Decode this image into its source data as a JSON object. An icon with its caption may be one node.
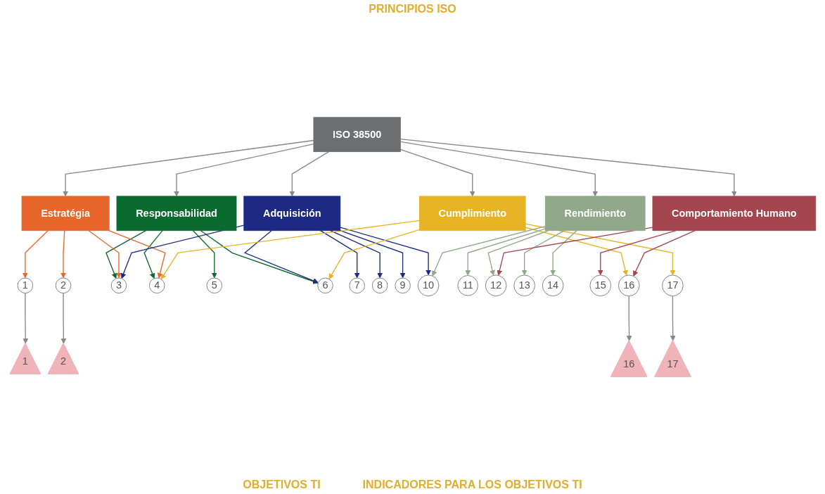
{
  "diagram": {
    "nodes": [
      {
        "text": [
          "ISO 38500"
        ]
      },
      {
        "text": [
          "Responsabilidad"
        ]
      },
      {
        "text": [
          "Estratégia"
        ]
      },
      {
        "text": [
          "Adquisición"
        ]
      },
      {
        "text": [
          "Cumplimiento"
        ]
      },
      {
        "text": [
          "Rendimiento"
        ]
      },
      {
        "text": [
          "Comportamiento Humano"
        ]
      },
      {
        "text": [
          "1"
        ]
      },
      {
        "text": [
          "2"
        ]
      },
      {
        "text": [
          "3"
        ]
      },
      {
        "text": [
          "4"
        ]
      },
      {
        "text": [
          "5"
        ]
      },
      {
        "text": [
          "6"
        ]
      },
      {
        "text": [
          "7"
        ]
      },
      {
        "text": [
          "8"
        ]
      },
      {
        "text": [
          "9"
        ]
      },
      {
        "text": [
          "10"
        ]
      },
      {
        "text": [
          "11"
        ]
      },
      {
        "text": [
          "12"
        ]
      },
      {
        "text": [
          "13"
        ]
      },
      {
        "text": [
          "14"
        ]
      },
      {
        "text": [
          "15"
        ]
      },
      {
        "text": [
          "16"
        ]
      },
      {
        "text": [
          "17"
        ]
      },
      {
        "text": [
          "1"
        ]
      },
      {
        "text": [
          "2"
        ]
      },
      {
        "text": [
          "16"
        ]
      },
      {
        "text": [
          "17"
        ]
      }
    ],
    "edges": [
      {
        "from": 0,
        "to": 1,
        "arrow": "to"
      },
      {
        "from": 0,
        "to": 2,
        "arrow": "to"
      },
      {
        "from": 0,
        "to": 3,
        "arrow": "to"
      },
      {
        "from": 0,
        "to": 4,
        "arrow": "to"
      },
      {
        "from": 0,
        "to": 5,
        "arrow": "to"
      },
      {
        "from": 0,
        "to": 6,
        "arrow": "to"
      },
      {
        "from": 1,
        "to": 9,
        "arrow": "to",
        "color": "#0b6b2e"
      },
      {
        "from": 1,
        "to": 10,
        "arrow": "to",
        "color": "#0b6b2e"
      },
      {
        "from": 1,
        "to": 11,
        "arrow": "to",
        "color": "#0b6b2e"
      },
      {
        "from": 1,
        "to": 12,
        "arrow": "to",
        "color": "#0b6b2e"
      },
      {
        "from": 2,
        "to": 7,
        "arrow": "to",
        "color": "#e8662a"
      },
      {
        "from": 2,
        "to": 8,
        "arrow": "to",
        "color": "#e8662a"
      },
      {
        "from": 2,
        "to": 9,
        "arrow": "to",
        "color": "#e8662a"
      },
      {
        "from": 2,
        "to": 10,
        "arrow": "to",
        "color": "#e8662a"
      },
      {
        "from": 3,
        "to": 9,
        "arrow": "to",
        "color": "#1c2a84"
      },
      {
        "from": 3,
        "to": 12,
        "arrow": "to",
        "color": "#1c2a84"
      },
      {
        "from": 3,
        "to": 13,
        "arrow": "to",
        "color": "#1c2a84"
      },
      {
        "from": 3,
        "to": 14,
        "arrow": "to",
        "color": "#1c2a84"
      },
      {
        "from": 3,
        "to": 15,
        "arrow": "to",
        "color": "#1c2a84"
      },
      {
        "from": 3,
        "to": 16,
        "arrow": "to",
        "color": "#1c2a84"
      },
      {
        "from": 4,
        "to": 10,
        "arrow": "to",
        "color": "#e6b325"
      },
      {
        "from": 4,
        "to": 12,
        "arrow": "to",
        "color": "#e6b325"
      },
      {
        "from": 4,
        "to": 22,
        "arrow": "to",
        "color": "#e6b325"
      },
      {
        "from": 4,
        "to": 23,
        "arrow": "to",
        "color": "#e6b325"
      },
      {
        "from": 5,
        "to": 16,
        "arrow": "to",
        "color": "#8fa88a"
      },
      {
        "from": 5,
        "to": 17,
        "arrow": "to",
        "color": "#8fa88a"
      },
      {
        "from": 5,
        "to": 18,
        "arrow": "to",
        "color": "#8fa88a"
      },
      {
        "from": 5,
        "to": 19,
        "arrow": "to",
        "color": "#8fa88a"
      },
      {
        "from": 5,
        "to": 20,
        "arrow": "to",
        "color": "#8fa88a"
      },
      {
        "from": 6,
        "to": 18,
        "arrow": "to",
        "color": "#a5464e"
      },
      {
        "from": 6,
        "to": 21,
        "arrow": "to",
        "color": "#a5464e"
      },
      {
        "from": 6,
        "to": 22,
        "arrow": "to",
        "color": "#a5464e"
      },
      {
        "from": 7,
        "to": 24,
        "arrow": "to"
      },
      {
        "from": 8,
        "to": 25,
        "arrow": "to"
      },
      {
        "from": 22,
        "to": 26,
        "arrow": "to"
      },
      {
        "from": 23,
        "to": 27,
        "arrow": "to"
      }
    ],
    "labels": [
      "PRINCIPIOS ISO",
      "OBJETIVOS TI",
      "INDICADORES PARA LOS OBJETIVOS TI"
    ]
  }
}
